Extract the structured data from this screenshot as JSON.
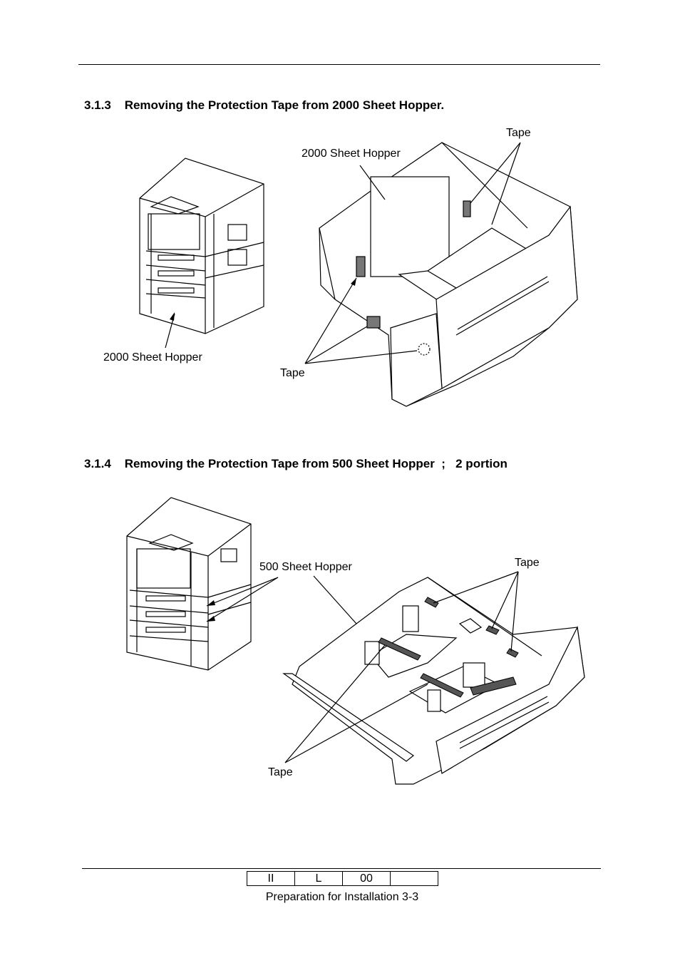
{
  "section1": {
    "heading": "3.1.3    Removing the Protection Tape from 2000 Sheet Hopper.",
    "label_hopper_top": "2000 Sheet Hopper",
    "label_tape_top": "Tape",
    "label_hopper_left": "2000 Sheet Hopper",
    "label_tape_bottom": "Tape"
  },
  "section2": {
    "heading": "3.1.4    Removing the Protection Tape from 500 Sheet Hopper  ;   2 portion",
    "label_hopper": "500 Sheet Hopper",
    "label_tape_top": "Tape",
    "label_tape_bottom": "Tape"
  },
  "footer": {
    "revision_cells": [
      "II",
      "L",
      "00",
      ""
    ],
    "page_label": "Preparation for Installation 3-3"
  }
}
